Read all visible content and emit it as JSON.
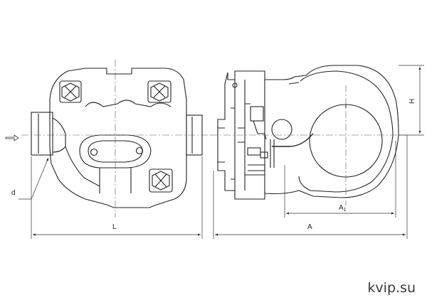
{
  "drawing": {
    "labels": {
      "d": "d",
      "L": "L",
      "A": "A",
      "A1_main": "A",
      "A1_sub": "1",
      "H": "H"
    }
  },
  "watermark": {
    "text": "kvip.su"
  }
}
